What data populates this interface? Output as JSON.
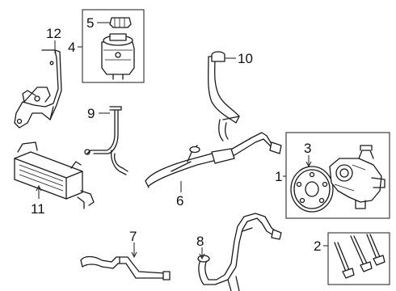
{
  "diagram": {
    "callouts": [
      {
        "id": "1",
        "label": "1"
      },
      {
        "id": "2",
        "label": "2"
      },
      {
        "id": "3",
        "label": "3"
      },
      {
        "id": "4",
        "label": "4"
      },
      {
        "id": "5",
        "label": "5"
      },
      {
        "id": "6",
        "label": "6"
      },
      {
        "id": "7",
        "label": "7"
      },
      {
        "id": "8",
        "label": "8"
      },
      {
        "id": "9",
        "label": "9"
      },
      {
        "id": "10",
        "label": "10"
      },
      {
        "id": "11",
        "label": "11"
      },
      {
        "id": "12",
        "label": "12"
      }
    ],
    "line_color": "#1a1a1a",
    "background": "#ffffff"
  }
}
